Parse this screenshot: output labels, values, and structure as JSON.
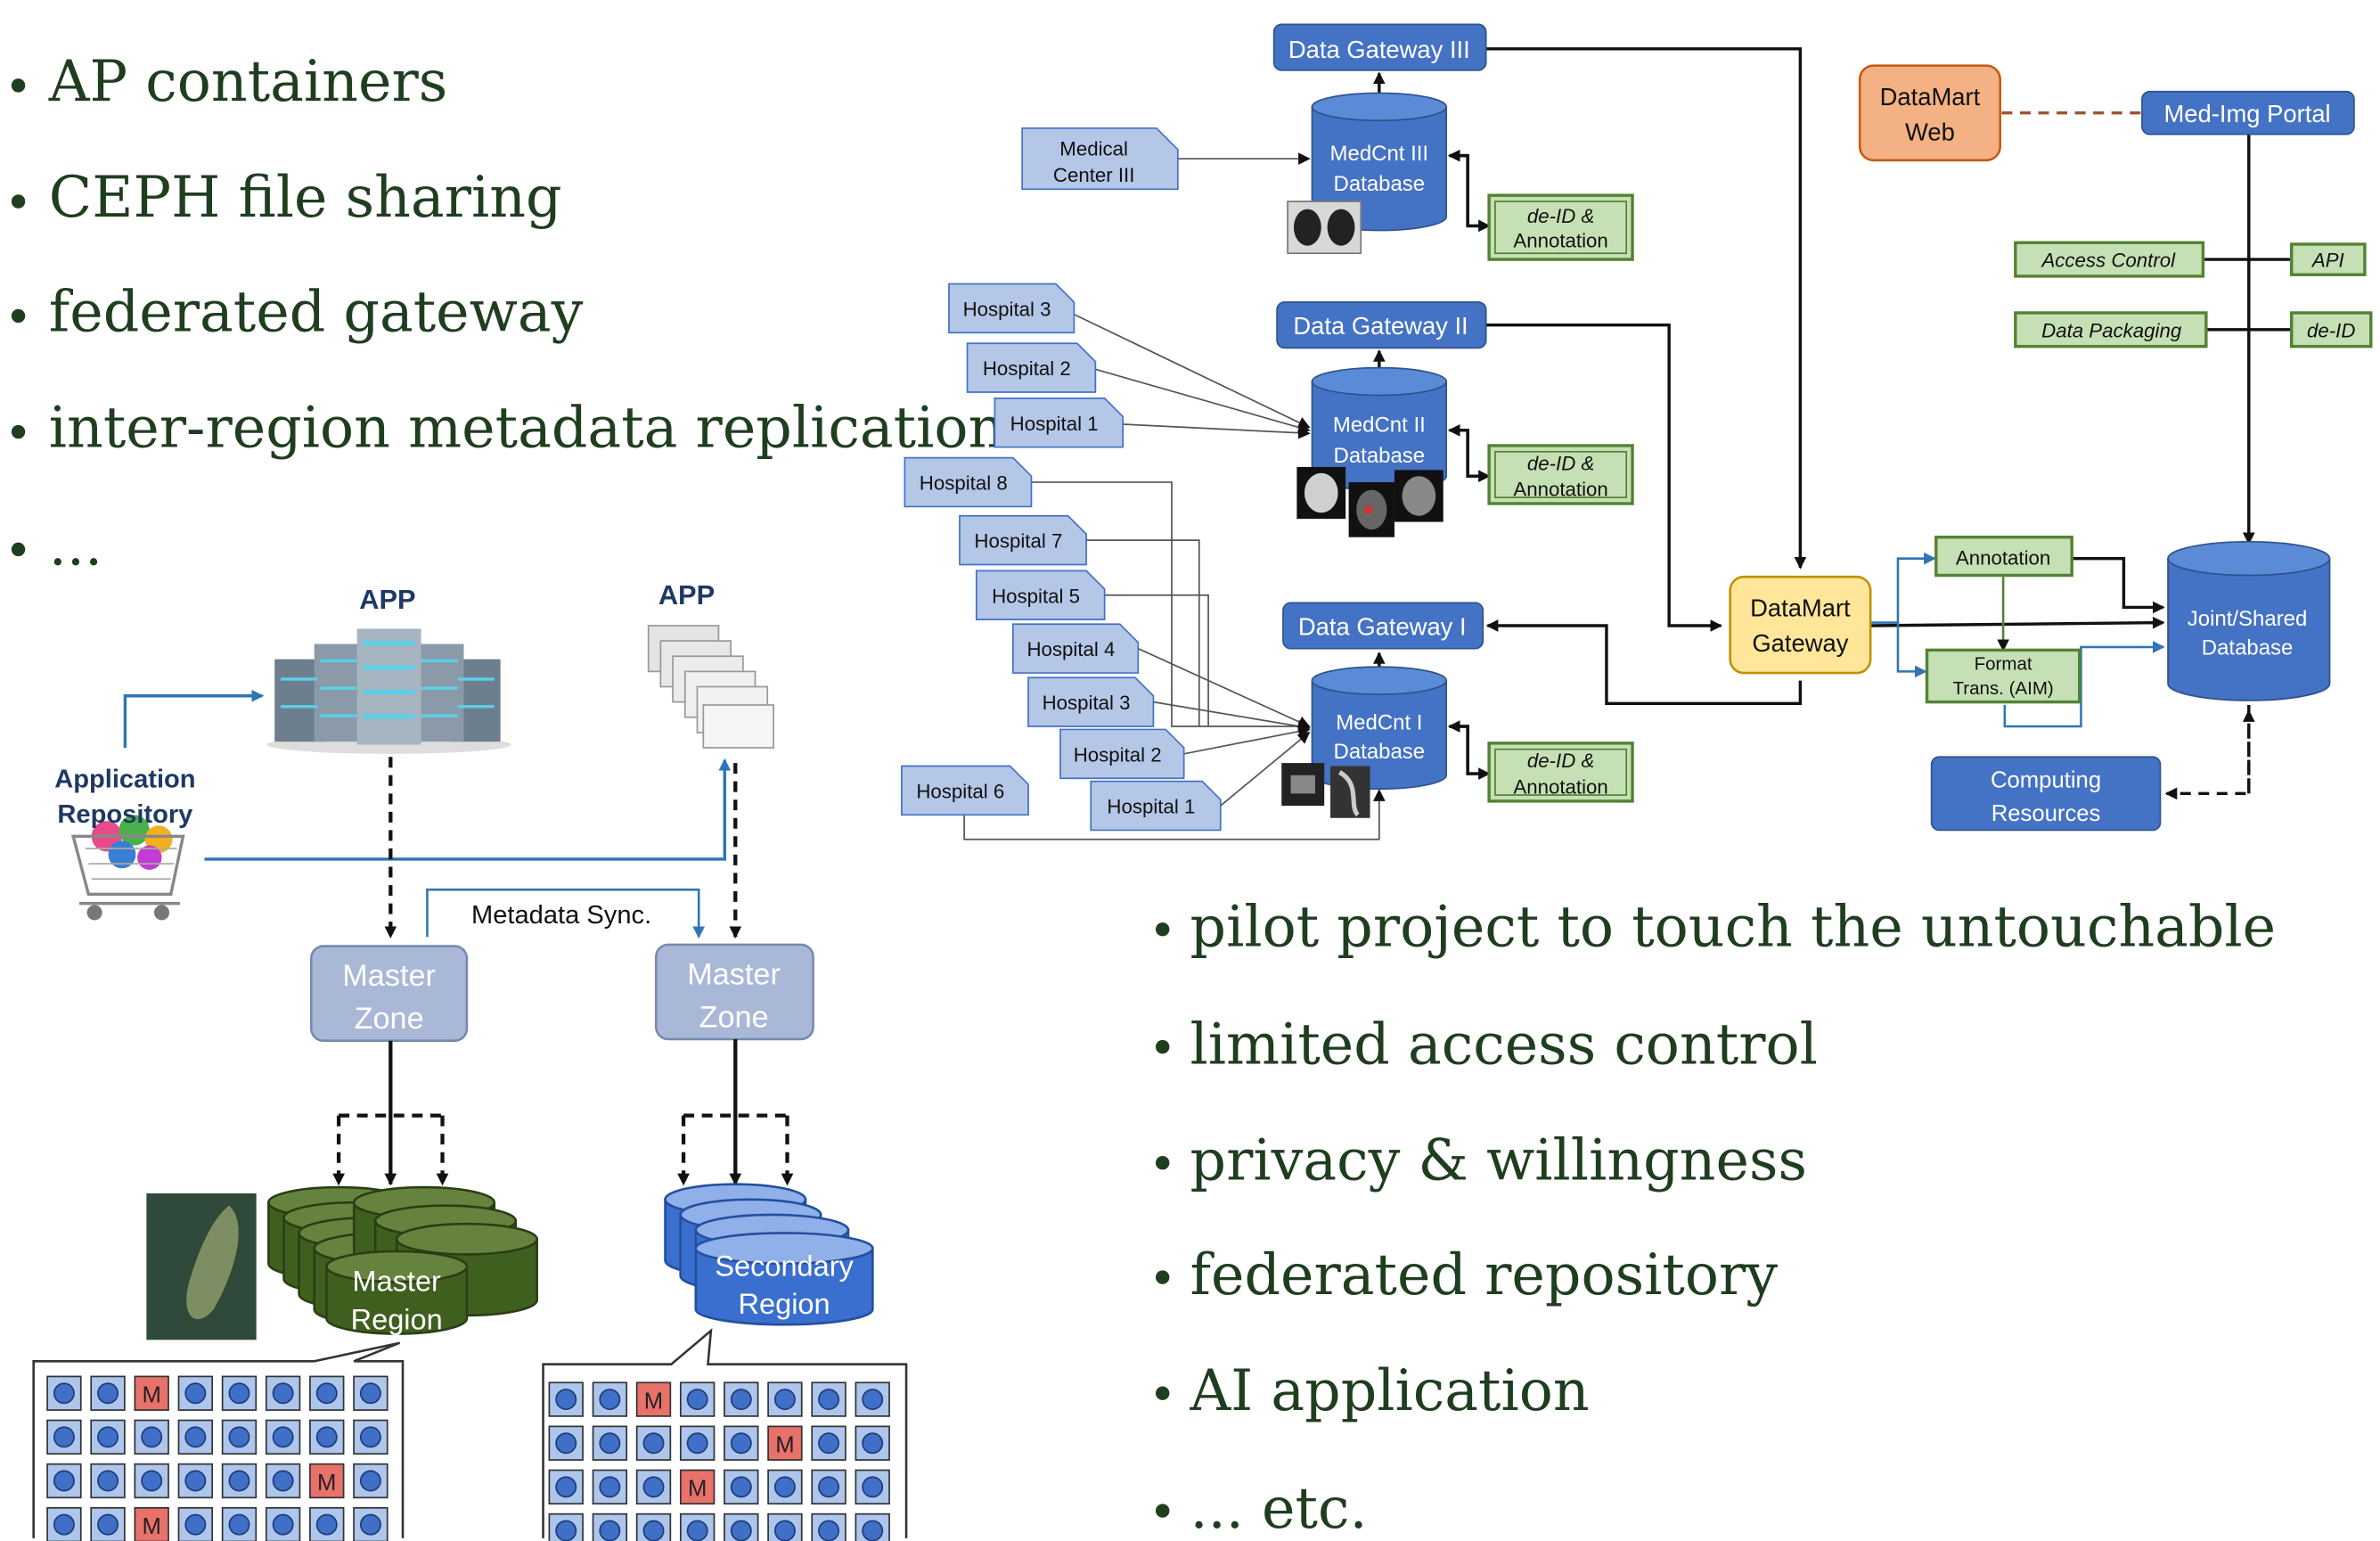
{
  "left_bullets": [
    "AP containers",
    "CEPH file sharing",
    "federated gateway",
    "inter-region metadata replication",
    "..."
  ],
  "right_bullets": [
    "pilot project to touch the untouchable",
    "limited access control",
    "privacy & willingness",
    "federated repository",
    "AI application",
    "... etc."
  ],
  "left_diagram": {
    "app_label": "APP",
    "app_repo_lines": [
      "Application",
      "Repository"
    ],
    "metadata_sync": "Metadata Sync.",
    "master_zone_lines": [
      "Master",
      "Zone"
    ],
    "master_region_lines": [
      "Master",
      "Region"
    ],
    "secondary_region_lines": [
      "Secondary",
      "Region"
    ],
    "marker": "M"
  },
  "right_diagram": {
    "gateway3": "Data Gateway III",
    "gateway2": "Data Gateway II",
    "gateway1": "Data Gateway I",
    "db3_lines": [
      "MedCnt III",
      "Database"
    ],
    "db2_lines": [
      "MedCnt II",
      "Database"
    ],
    "db1_lines": [
      "MedCnt I",
      "Database"
    ],
    "medical_center3_lines": [
      "Medical",
      "Center III"
    ],
    "deid_lines": [
      "de-ID &",
      "Annotation"
    ],
    "hospitals_top": [
      "Hospital 3",
      "Hospital 2",
      "Hospital 1"
    ],
    "hospitals_bottom": [
      "Hospital 8",
      "Hospital 7",
      "Hospital 5",
      "Hospital 4",
      "Hospital 3",
      "Hospital 2",
      "Hospital 1",
      "Hospital 6"
    ],
    "datamart_web_lines": [
      "DataMart",
      "Web"
    ],
    "med_img_portal": "Med-Img Portal",
    "access_control": "Access Control",
    "api": "API",
    "data_packaging": "Data Packaging",
    "deid": "de-ID",
    "datamart_gateway_lines": [
      "DataMart",
      "Gateway"
    ],
    "annotation": "Annotation",
    "format_trans_lines": [
      "Format",
      "Trans. (AIM)"
    ],
    "joint_db_lines": [
      "Joint/Shared",
      "Database"
    ],
    "computing_lines": [
      "Computing",
      "Resources"
    ]
  },
  "colors": {
    "bullet_text": "#1f3d1f",
    "box_blue": "#4472c4",
    "light_blue": "#b4c7e7",
    "green_box": "#c5e0b4",
    "orange": "#f4b183",
    "yellow": "#ffe699",
    "zone": "#aab8d8",
    "master_region": "#3f5f1f",
    "marker_red": "#e8726a"
  }
}
